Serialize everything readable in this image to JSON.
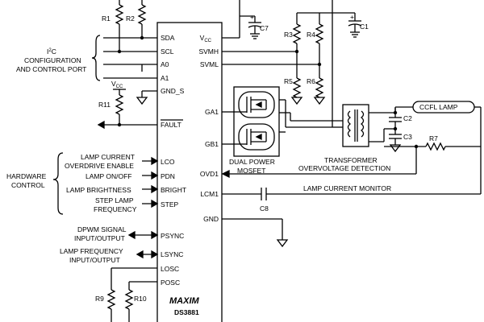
{
  "chip": {
    "logo": "MAXIM",
    "part": "DS3881",
    "left_pins": [
      "SDA",
      "SCL",
      "A0",
      "A1",
      "GND_S",
      "FAULT",
      "LCO",
      "PDN",
      "BRIGHT",
      "STEP",
      "PSYNC",
      "LSYNC",
      "LOSC",
      "POSC"
    ],
    "right_pins": [
      "V",
      "SVMH",
      "SVML",
      "GA1",
      "GB1",
      "OVD1",
      "LCM1",
      "GND"
    ],
    "vcc_sub": "CC"
  },
  "labels": {
    "i2c_line1": "I",
    "i2c_sup": "2",
    "i2c_c": "C",
    "i2c_line2": "CONFIGURATION",
    "i2c_line3": "AND CONTROL PORT",
    "hardware_1": "HARDWARE",
    "hardware_2": "CONTROL",
    "lamp_current_1": "LAMP CURRENT",
    "lamp_current_2": "OVERDRIVE ENABLE",
    "lamp_onoff": "LAMP ON/OFF",
    "lamp_brightness": "LAMP BRIGHTNESS",
    "step_1": "STEP LAMP",
    "step_2": "FREQUENCY",
    "dpwm_1": "DPWM SIGNAL",
    "dpwm_2": "INPUT/OUTPUT",
    "lampfreq_1": "LAMP FREQUENCY",
    "lampfreq_2": "INPUT/OUTPUT",
    "vcc_main": "V",
    "vcc_sub": "CC",
    "dual_1": "DUAL POWER",
    "dual_2": "MOSFET",
    "transformer": "TRANSFORMER",
    "overvoltage": "OVERVOLTAGE DETECTION",
    "lamp_current_monitor": "LAMP CURRENT MONITOR",
    "ccfl": "CCFL LAMP"
  },
  "components": {
    "R1": "R1",
    "R2": "R2",
    "R3": "R3",
    "R4": "R4",
    "R5": "R5",
    "R6": "R6",
    "R7": "R7",
    "R9": "R9",
    "R10": "R10",
    "R11": "R11",
    "C1": "C1",
    "C2": "C2",
    "C3": "C3",
    "C7": "C7",
    "C8": "C8",
    "plus": "+"
  }
}
